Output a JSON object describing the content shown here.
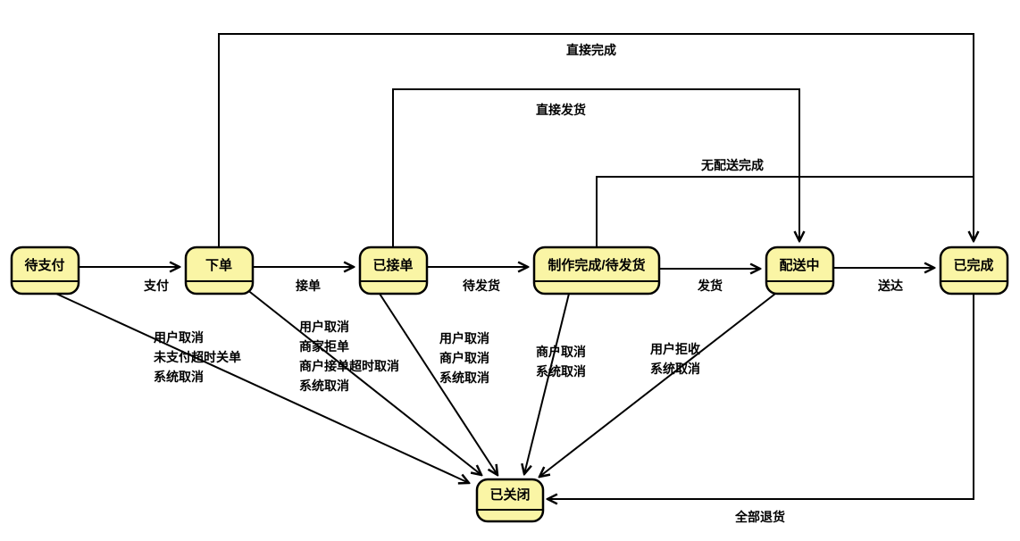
{
  "diagram": {
    "title": "order-state-machine",
    "colors": {
      "background": "#FFFFFF",
      "node_fill": "#FAF5A5",
      "node_border": "#000000",
      "edge_color": "#000000",
      "text_color": "#000000"
    },
    "nodes": {
      "pending_payment": {
        "label": "待支付"
      },
      "order_placed": {
        "label": "下单"
      },
      "order_accepted": {
        "label": "已接单"
      },
      "made_awaiting_shipment": {
        "label": "制作完成/待发货"
      },
      "delivering": {
        "label": "配送中"
      },
      "completed": {
        "label": "已完成"
      },
      "closed": {
        "label": "已关闭"
      }
    },
    "edges": {
      "pay": {
        "label": "支付"
      },
      "accept_order": {
        "label": "接单"
      },
      "awaiting_shipment": {
        "label": "待发货"
      },
      "ship": {
        "label": "发货"
      },
      "delivered": {
        "label": "送达"
      },
      "direct_complete": {
        "label": "直接完成"
      },
      "direct_ship": {
        "label": "直接发货"
      },
      "complete_without_delivery": {
        "label": "无配送完成"
      },
      "return_all": {
        "label": "全部退货"
      },
      "cancel_from_pending_payment": {
        "lines": [
          "用户取消",
          "未支付超时关单",
          "系统取消"
        ]
      },
      "cancel_from_order_placed": {
        "lines": [
          "用户取消",
          "商家拒单",
          "商户接单超时取消",
          "系统取消"
        ]
      },
      "cancel_from_order_accepted": {
        "lines": [
          "用户取消",
          "商户取消",
          "系统取消"
        ]
      },
      "cancel_from_made": {
        "lines": [
          "商户取消",
          "系统取消"
        ]
      },
      "cancel_from_delivering": {
        "lines": [
          "用户拒收",
          "系统取消"
        ]
      }
    }
  }
}
